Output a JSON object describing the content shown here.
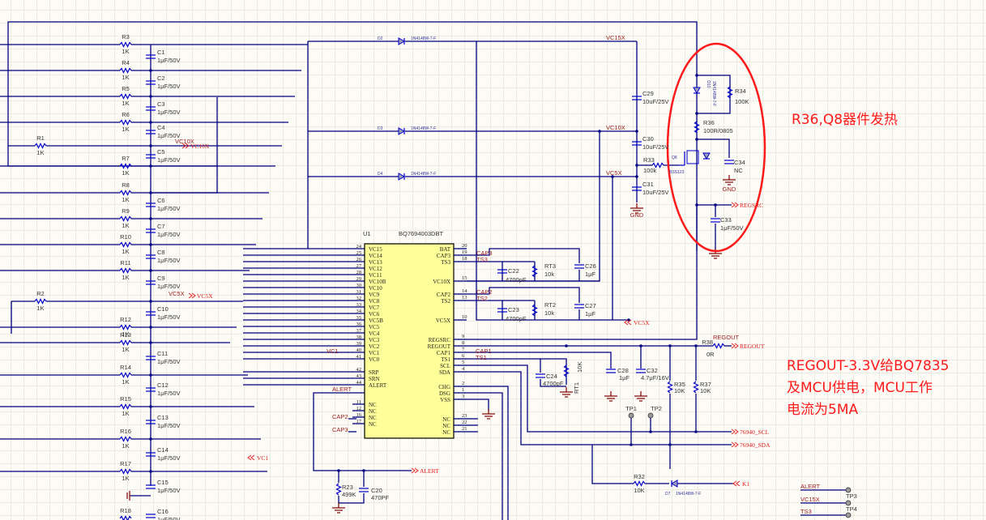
{
  "sheet": {
    "grid_color": "#ebe9e0",
    "wire_color": "#000080",
    "component_color": "#0000cc",
    "ground_color": "#800000",
    "net_port_color": "#e02020",
    "annotation_color": "#ff1a1a",
    "ic_fill": "#ffff99"
  },
  "ic": {
    "ref": "U1",
    "part": "BQ7694003DBT",
    "left_pins": [
      {
        "num": "24",
        "name": "VC15"
      },
      {
        "num": "25",
        "name": "VC14"
      },
      {
        "num": "26",
        "name": "VC13"
      },
      {
        "num": "27",
        "name": "VC12"
      },
      {
        "num": "28",
        "name": "VC11"
      },
      {
        "num": "29",
        "name": "VC10B"
      },
      {
        "num": "30",
        "name": "VC10"
      },
      {
        "num": "31",
        "name": "VC9"
      },
      {
        "num": "32",
        "name": "VC8"
      },
      {
        "num": "33",
        "name": "VC7"
      },
      {
        "num": "34",
        "name": "VC6"
      },
      {
        "num": "35",
        "name": "VC5B"
      },
      {
        "num": "36",
        "name": "VC5"
      },
      {
        "num": "37",
        "name": "VC4"
      },
      {
        "num": "38",
        "name": "VC3"
      },
      {
        "num": "39",
        "name": "VC2"
      },
      {
        "num": "40",
        "name": "VC1"
      },
      {
        "num": "41",
        "name": "VC0"
      },
      {
        "num": "42",
        "name": "SRP"
      },
      {
        "num": "43",
        "name": "SRN"
      },
      {
        "num": "44",
        "name": "ALERT"
      },
      {
        "num": "11",
        "name": "NC"
      },
      {
        "num": "12",
        "name": "NC"
      },
      {
        "num": "16",
        "name": "NC"
      },
      {
        "num": "17",
        "name": "NC"
      }
    ],
    "right_pins": [
      {
        "num": "20",
        "name": "BAT"
      },
      {
        "num": "19",
        "name": "CAP3"
      },
      {
        "num": "18",
        "name": "TS3"
      },
      {
        "num": "15",
        "name": "VC10X"
      },
      {
        "num": "14",
        "name": "CAP2"
      },
      {
        "num": "13",
        "name": "TS2"
      },
      {
        "num": "10",
        "name": "VC5X"
      },
      {
        "num": "9",
        "name": "REGSRC"
      },
      {
        "num": "8",
        "name": "REGOUT"
      },
      {
        "num": "7",
        "name": "CAP1"
      },
      {
        "num": "6",
        "name": "TS1"
      },
      {
        "num": "5",
        "name": "SCL"
      },
      {
        "num": "4",
        "name": "SDA"
      },
      {
        "num": "2",
        "name": "CHG"
      },
      {
        "num": "1",
        "name": "DSG"
      },
      {
        "num": "3",
        "name": "VSS"
      },
      {
        "num": "23",
        "name": "NC"
      },
      {
        "num": "22",
        "name": "NC"
      },
      {
        "num": "21",
        "name": "NC"
      }
    ]
  },
  "filter_resistors": [
    {
      "ref": "R3",
      "value": "1K"
    },
    {
      "ref": "R4",
      "value": "1K"
    },
    {
      "ref": "R5",
      "value": "1K"
    },
    {
      "ref": "R6",
      "value": "1K"
    },
    {
      "ref": "R1",
      "value": "1K"
    },
    {
      "ref": "R7",
      "value": "1K"
    },
    {
      "ref": "R8",
      "value": "1K"
    },
    {
      "ref": "R9",
      "value": "1K"
    },
    {
      "ref": "R10",
      "value": "1K"
    },
    {
      "ref": "R11",
      "value": "1K"
    },
    {
      "ref": "R2",
      "value": "1K"
    },
    {
      "ref": "R12",
      "value": "1K"
    },
    {
      "ref": "R13",
      "value": "1K"
    },
    {
      "ref": "R14",
      "value": "1K"
    },
    {
      "ref": "R15",
      "value": "1K"
    },
    {
      "ref": "R16",
      "value": "1K"
    },
    {
      "ref": "R17",
      "value": "1K"
    },
    {
      "ref": "R18",
      "value": ""
    }
  ],
  "filter_caps": [
    {
      "ref": "C1",
      "value": "1μF/50V"
    },
    {
      "ref": "C2",
      "value": "1μF/50V"
    },
    {
      "ref": "C3",
      "value": "1μF/50V"
    },
    {
      "ref": "C4",
      "value": "1μF/50V"
    },
    {
      "ref": "C5",
      "value": "1μF/50V"
    },
    {
      "ref": "C6",
      "value": "1μF/50V"
    },
    {
      "ref": "C7",
      "value": "1μF/50V"
    },
    {
      "ref": "C8",
      "value": "1μF/50V"
    },
    {
      "ref": "C9",
      "value": "1μF/50V"
    },
    {
      "ref": "C10",
      "value": "1μF/50V"
    },
    {
      "ref": "C11",
      "value": "1μF/50V"
    },
    {
      "ref": "C12",
      "value": "1μF/50V"
    },
    {
      "ref": "C13",
      "value": "1μF/50V"
    },
    {
      "ref": "C14",
      "value": "1μF/50V"
    },
    {
      "ref": "C15",
      "value": "1μF/50V"
    },
    {
      "ref": "C16",
      "value": "1μF/50V"
    }
  ],
  "diodes": [
    {
      "ref": "D2",
      "part": "1N4148W-7-F",
      "net": "VC15X"
    },
    {
      "ref": "D3",
      "part": "1N4148W-7-F",
      "net": "VC10X"
    },
    {
      "ref": "D4",
      "part": "1N4148W-7-F",
      "net": "VC5X"
    }
  ],
  "bulk_caps": [
    {
      "ref": "C29",
      "value": "10uF/25V"
    },
    {
      "ref": "C30",
      "value": "10uF/25V"
    },
    {
      "ref": "C31",
      "value": "10uF/25V"
    }
  ],
  "r33": {
    "ref": "R33",
    "value": "100k"
  },
  "regulator": {
    "d10_ref": "D10",
    "d10_part": "1N4148W-7-F",
    "r34_ref": "R34",
    "r34_value": "100K",
    "r36_ref": "R36",
    "r36_value": "100R/0805",
    "q8_ref": "Q8",
    "q8_part": "BSS123",
    "c34_ref": "C34",
    "c34_value": "NC",
    "c33_ref": "C33",
    "c33_value": "1μF/50V",
    "regsrc_port": "REGSRC"
  },
  "ts_network": {
    "cap3": "CAP3",
    "ts3": "TS3",
    "cap2": "CAP2",
    "ts2": "TS2",
    "c22_ref": "C22",
    "c22_value": "4700pF",
    "rt3_ref": "RT3",
    "rt3_value": "10k",
    "c26_ref": "C26",
    "c26_value": "1μF",
    "c23_ref": "C23",
    "c23_value": "4700pF",
    "rt2_ref": "RT2",
    "rt2_value": "10k",
    "c27_ref": "C27",
    "c27_value": "1μF",
    "vc5x_port": "VC5X"
  },
  "regout_network": {
    "cap1": "CAP1",
    "ts1": "TS1",
    "c24_ref": "C24",
    "c24_value": "4700pF",
    "rt1_ref": "RT1",
    "rt1_value": "10K",
    "c28_ref": "C28",
    "c28_value": "1μF",
    "c32_ref": "C32",
    "c32_value": "4.7μF/16V",
    "r35_ref": "R35",
    "r35_value": "10K",
    "r37_ref": "R37",
    "r37_value": "10K",
    "r38_ref": "R38",
    "r38_value": "0R",
    "regout_label": "REGOUT",
    "regout_port": "REGOUT",
    "tp1": "TP1",
    "tp2": "TP2",
    "scl_port": "76940_SCL",
    "sda_port": "76940_SDA"
  },
  "alert_network": {
    "alert_label": "ALERT",
    "alert_port": "ALERT",
    "r23_ref": "R23",
    "r23_value": "499K",
    "c20_ref": "C20",
    "c20_value": "470PF",
    "cap2_label": "CAP2",
    "cap3_label": "CAP3",
    "vc1_label": "VC1"
  },
  "k1_network": {
    "r32_ref": "R32",
    "r32_value": "10K",
    "d7_ref": "D7",
    "d7_part": "1N4148W-7-F",
    "port": "K1"
  },
  "testpoints": [
    {
      "net": "ALERT",
      "ref": "TP3"
    },
    {
      "net": "VC15X",
      "ref": "TP4"
    },
    {
      "net": "TS3",
      "ref": ""
    }
  ],
  "ports": {
    "vc10x": "VC10X",
    "vc5x": "VC5X",
    "vc1": "VC1",
    "gnd": "GND"
  },
  "annotations": {
    "heat_note": "R36,Q8器件发热",
    "regout_note_lines": [
      "REGOUT-3.3V给BQ7835",
      "及MCU供电，MCU工作",
      "电流为5MA"
    ]
  }
}
